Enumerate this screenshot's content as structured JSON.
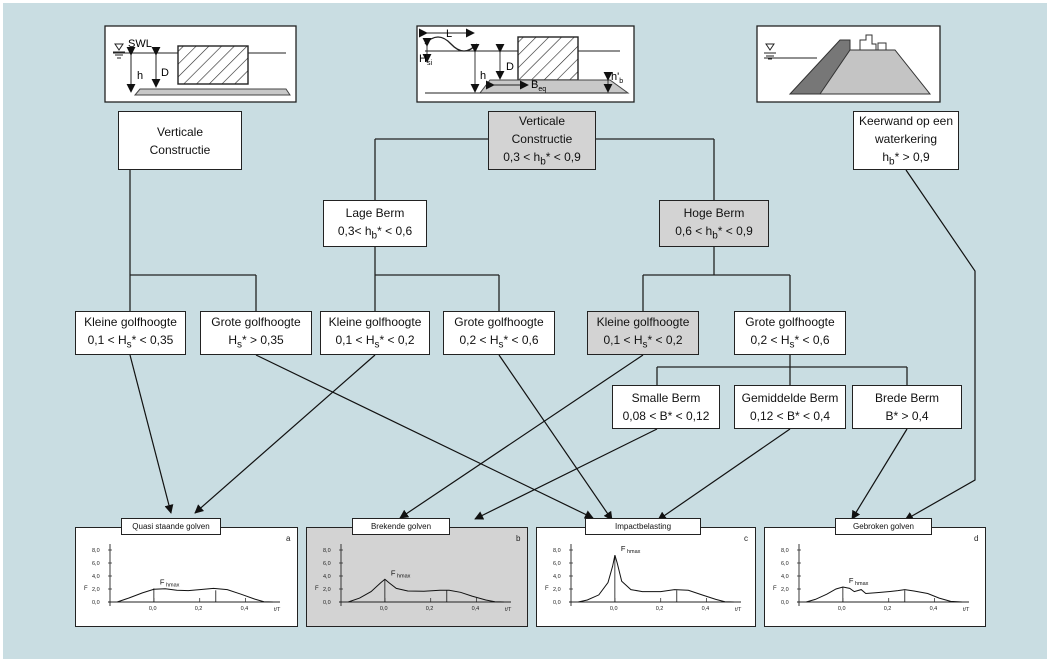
{
  "colors": {
    "background": "#c9dde2",
    "box": "#ffffff",
    "box_grey": "#d3d3d3",
    "line": "#222222"
  },
  "sketches": {
    "left": {
      "swl": "SWL",
      "h": "h",
      "D": "D"
    },
    "middle": {
      "L": "L",
      "Hsi": "H",
      "Hsi_sub": "si",
      "h": "h",
      "D": "D",
      "Beq": "B",
      "Beq_sub": "eq",
      "hb": "h'",
      "hb_sub": "b"
    }
  },
  "boxes": {
    "verticale_left": {
      "line1": "Verticale",
      "line2": "Constructie"
    },
    "verticale_mid": {
      "line1": "Verticale",
      "line2": "Constructie",
      "cond_pre": "0,3 < h",
      "cond_sub": "b",
      "cond_post": "* < 0,9"
    },
    "keerwand": {
      "line1": "Keerwand op een",
      "line2": "waterkering",
      "cond_pre": "h",
      "cond_sub": "b",
      "cond_post": "* > 0,9"
    },
    "lage_berm": {
      "line1": "Lage Berm",
      "cond_pre": "0,3< h",
      "cond_sub": "b",
      "cond_post": "* < 0,6"
    },
    "hoge_berm": {
      "line1": "Hoge Berm",
      "cond_pre": "0,6 < h",
      "cond_sub": "b",
      "cond_post": "* < 0,9"
    },
    "kleine_1": {
      "line1": "Kleine golfhoogte",
      "cond_pre": "0,1 < H",
      "cond_sub": "s",
      "cond_post": "* < 0,35"
    },
    "grote_1": {
      "line1": "Grote golfhoogte",
      "cond_pre": "H",
      "cond_sub": "s",
      "cond_post": "* > 0,35"
    },
    "kleine_2": {
      "line1": "Kleine golfhoogte",
      "cond_pre": "0,1 < H",
      "cond_sub": "s",
      "cond_post": "* < 0,2"
    },
    "grote_2": {
      "line1": "Grote golfhoogte",
      "cond_pre": "0,2 < H",
      "cond_sub": "s",
      "cond_post": "* < 0,6"
    },
    "kleine_3": {
      "line1": "Kleine golfhoogte",
      "cond_pre": "0,1 < H",
      "cond_sub": "s",
      "cond_post": "* < 0,2"
    },
    "grote_3": {
      "line1": "Grote golfhoogte",
      "cond_pre": "0,2 < H",
      "cond_sub": "s",
      "cond_post": "* < 0,6"
    },
    "smalle_berm": {
      "line1": "Smalle Berm",
      "cond": "0,08 < B* < 0,12"
    },
    "gemiddelde_berm": {
      "line1": "Gemiddelde Berm",
      "cond": "0,12 < B* < 0,4"
    },
    "brede_berm": {
      "line1": "Brede Berm",
      "cond": "B* > 0,4"
    }
  },
  "panels": [
    {
      "title": "Quasi staande golven",
      "letter": "a",
      "peak_label": "F",
      "peak_sub": "hmax",
      "profile": [
        [
          -0.16,
          0
        ],
        [
          -0.11,
          0.6
        ],
        [
          -0.05,
          1.4
        ],
        [
          0,
          1.95
        ],
        [
          0.05,
          2.05
        ],
        [
          0.1,
          1.8
        ],
        [
          0.15,
          1.75
        ],
        [
          0.2,
          1.9
        ],
        [
          0.26,
          2.1
        ],
        [
          0.32,
          1.9
        ],
        [
          0.38,
          1.2
        ],
        [
          0.44,
          0.45
        ],
        [
          0.48,
          0.05
        ],
        [
          0.52,
          0
        ]
      ]
    },
    {
      "title": "Brekende golven",
      "letter": "b",
      "peak_label": "F",
      "peak_sub": "hmax",
      "profile": [
        [
          -0.16,
          0
        ],
        [
          -0.11,
          0.6
        ],
        [
          -0.06,
          1.6
        ],
        [
          -0.02,
          2.9
        ],
        [
          0,
          3.5
        ],
        [
          0.02,
          2.9
        ],
        [
          0.05,
          2.1
        ],
        [
          0.1,
          1.7
        ],
        [
          0.17,
          1.65
        ],
        [
          0.24,
          1.8
        ],
        [
          0.28,
          1.8
        ],
        [
          0.33,
          1.5
        ],
        [
          0.38,
          0.9
        ],
        [
          0.44,
          0.3
        ],
        [
          0.48,
          0.05
        ],
        [
          0.52,
          0
        ]
      ]
    },
    {
      "title": "Impactbelasting",
      "letter": "c",
      "peak_label": "F",
      "peak_sub": "hmax",
      "profile": [
        [
          -0.16,
          0
        ],
        [
          -0.12,
          0.3
        ],
        [
          -0.07,
          1.1
        ],
        [
          -0.03,
          3
        ],
        [
          -0.01,
          5.5
        ],
        [
          0,
          7.2
        ],
        [
          0.01,
          6
        ],
        [
          0.03,
          3.2
        ],
        [
          0.07,
          1.9
        ],
        [
          0.12,
          1.6
        ],
        [
          0.2,
          1.6
        ],
        [
          0.26,
          1.9
        ],
        [
          0.32,
          1.8
        ],
        [
          0.38,
          1.1
        ],
        [
          0.44,
          0.4
        ],
        [
          0.48,
          0.05
        ],
        [
          0.52,
          0
        ]
      ]
    },
    {
      "title": "Gebroken golven",
      "letter": "d",
      "peak_label": "F",
      "peak_sub": "hmax",
      "profile": [
        [
          -0.16,
          0
        ],
        [
          -0.12,
          0.4
        ],
        [
          -0.07,
          1.2
        ],
        [
          -0.03,
          2
        ],
        [
          0,
          2.3
        ],
        [
          0.03,
          2.1
        ],
        [
          0.05,
          1.6
        ],
        [
          0.08,
          1.9
        ],
        [
          0.1,
          1.3
        ],
        [
          0.15,
          1.45
        ],
        [
          0.2,
          1.6
        ],
        [
          0.24,
          1.75
        ],
        [
          0.27,
          1.9
        ],
        [
          0.31,
          1.7
        ],
        [
          0.37,
          1.3
        ],
        [
          0.42,
          0.6
        ],
        [
          0.47,
          0.1
        ],
        [
          0.52,
          0
        ]
      ]
    }
  ],
  "panel_axes": {
    "y_ticks": [
      "8,0",
      "6,0",
      "4,0",
      "2,0",
      "0,0"
    ],
    "x_ticks": [
      "0,0",
      "0,2",
      "0,4"
    ],
    "y_label": "F",
    "x_label": "t/T",
    "x_range": [
      -0.2,
      0.55
    ],
    "y_range": [
      0,
      8
    ]
  }
}
